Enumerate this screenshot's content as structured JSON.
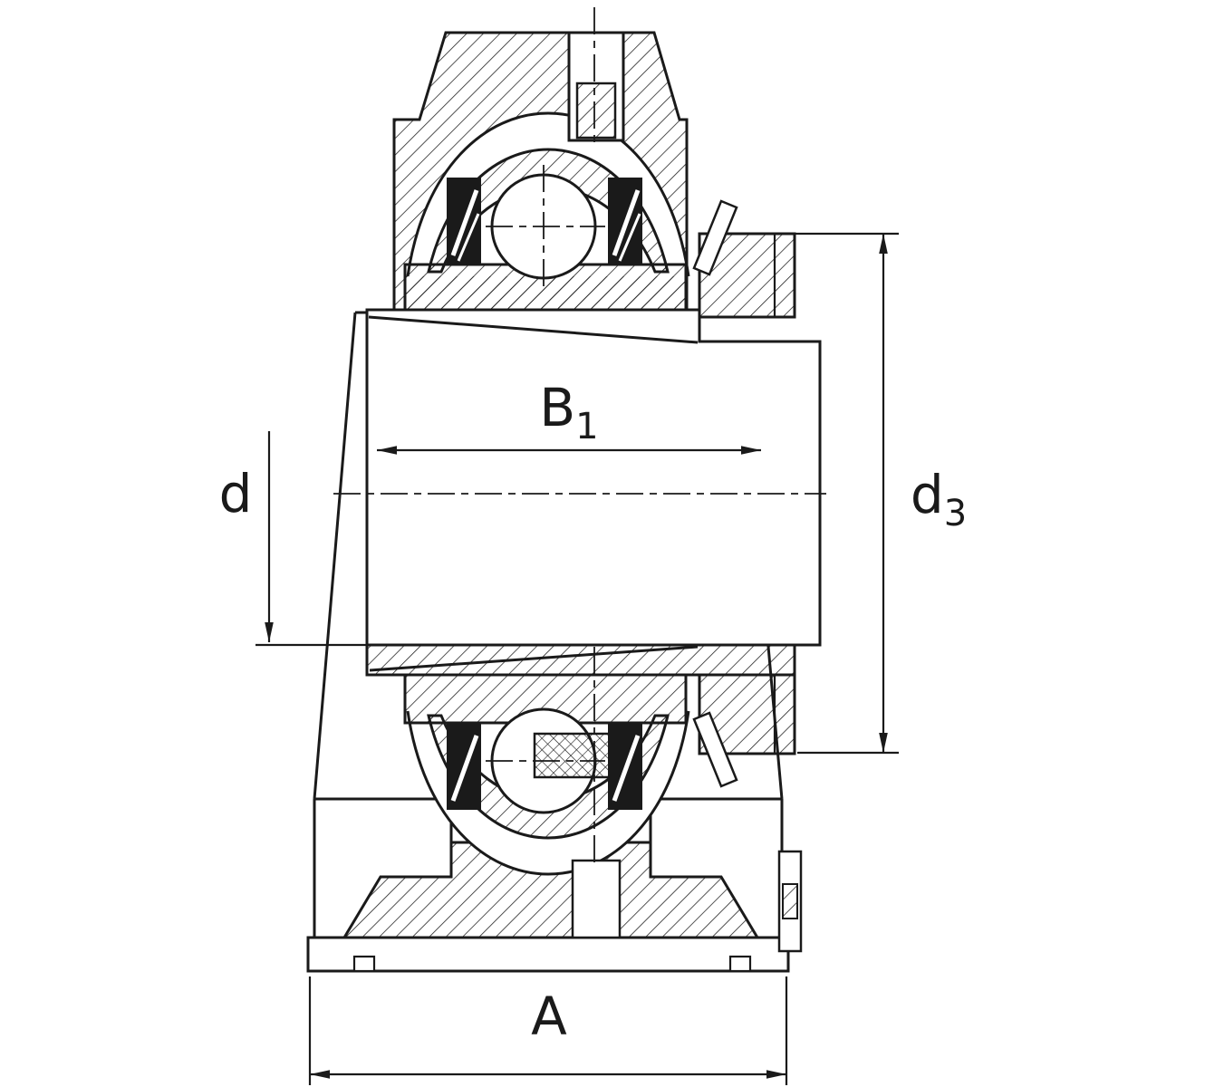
{
  "drawing": {
    "kind": "technical cross-section of pillow block bearing unit",
    "background_color": "#ffffff",
    "line_color": "#1a1a1a"
  },
  "dimensions": {
    "b1": {
      "symbol": "B",
      "subscript": "1"
    },
    "d": {
      "symbol": "d"
    },
    "d3": {
      "symbol": "d",
      "subscript": "3"
    },
    "a": {
      "symbol": "A"
    }
  }
}
